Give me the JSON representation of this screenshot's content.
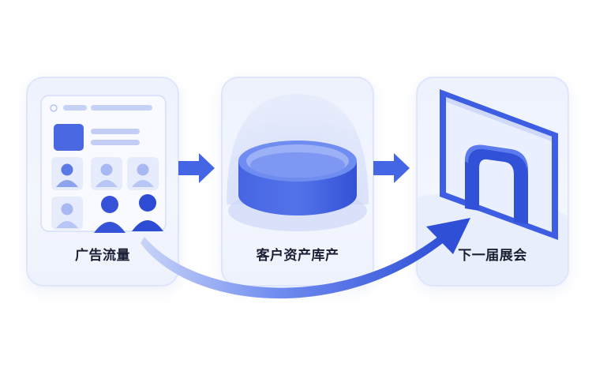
{
  "steps": [
    {
      "label": "广告流量"
    },
    {
      "label": "客户资产库产"
    },
    {
      "label": "下一届展会"
    }
  ],
  "colors": {
    "primary": "#3f5fe0",
    "light": "#a9baf4",
    "pale": "#dfe6fb"
  }
}
